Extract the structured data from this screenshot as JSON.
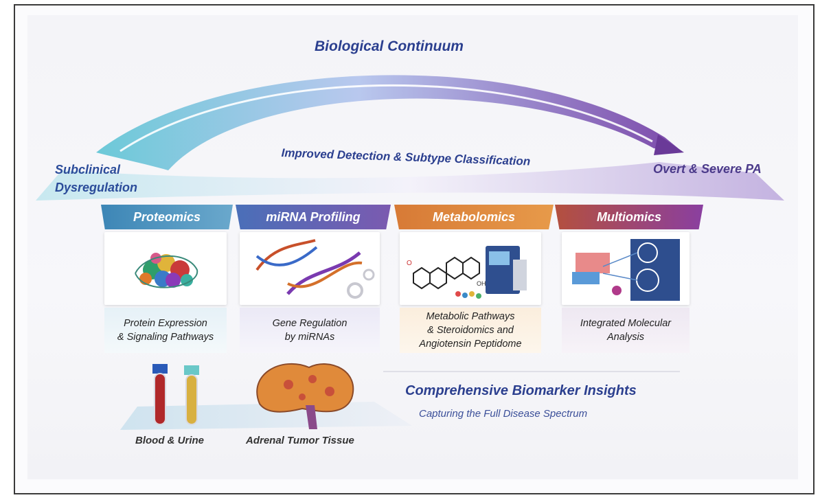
{
  "header": {
    "title": "Biological Continuum",
    "arrow_label": "Improved Detection & Subtype Classification",
    "start_label": "Subclinical Dysregulation",
    "end_label": "Overt & Severe PA"
  },
  "columns": [
    {
      "label": "Proteomics",
      "description_lines": [
        "Protein Expression",
        "& Signaling Pathways"
      ],
      "color": "#4a8fba",
      "icon": "protein-structure-icon"
    },
    {
      "label": "miRNA Profiling",
      "description_lines": [
        "Gene Regulation",
        "by miRNAs"
      ],
      "color": "#5a5db0",
      "icon": "dna-helix-icon"
    },
    {
      "label": "Metabolomics",
      "description_lines": [
        "Metabolic Pathways",
        "& Steroidomics and",
        "Angiotensin Peptidome"
      ],
      "color": "#d9823a",
      "icon": "steroid-molecule-icon"
    },
    {
      "label": "Multiomics",
      "description_lines": [
        "Integrated Molecular",
        "Analysis"
      ],
      "color": "#9a4a6a",
      "icon": "data-integration-icon"
    }
  ],
  "samples": [
    {
      "label": "Blood & Urine",
      "icon": "test-tubes-icon"
    },
    {
      "label": "Adrenal Tumor Tissue",
      "icon": "adrenal-tissue-icon"
    }
  ],
  "footer": {
    "title": "Comprehensive Biomarker Insights",
    "subtitle": "Capturing the Full Disease Spectrum"
  },
  "colors": {
    "arc_start": "#5ec3d6",
    "arc_end": "#7a4aa8",
    "text_primary": "#2b3f8f"
  }
}
